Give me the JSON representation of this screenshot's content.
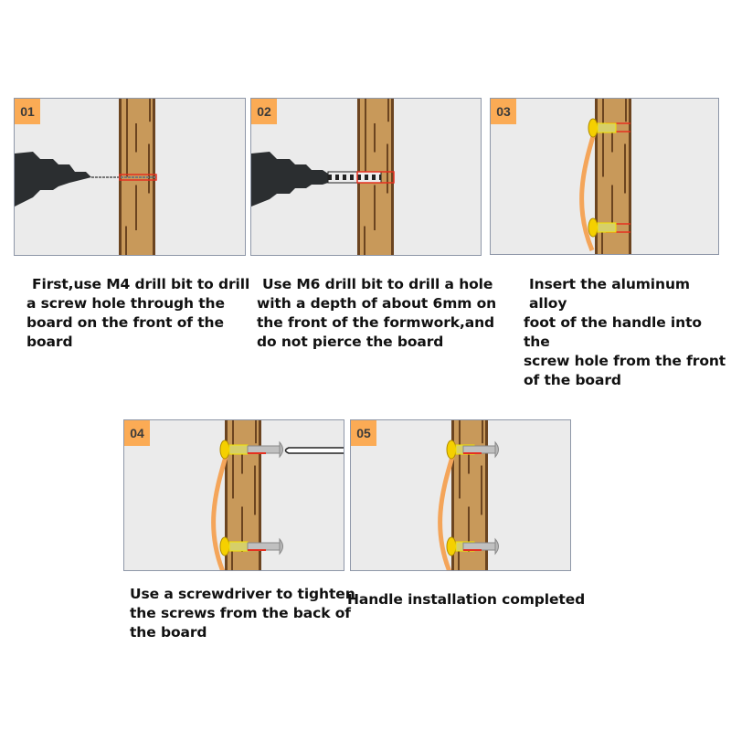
{
  "steps": [
    {
      "number": "01",
      "caption": [
        "First,use M4 drill bit to drill",
        "a screw hole through the",
        "board on the front of the",
        "board"
      ]
    },
    {
      "number": "02",
      "caption": [
        "Use M6 drill bit to drill a hole",
        "with a depth of about 6mm on",
        "the front of the formwork,and",
        "do not pierce the board"
      ]
    },
    {
      "number": "03",
      "caption": [
        "Insert the aluminum alloy",
        "foot of the handle into the",
        "screw hole from the front",
        "of the board"
      ]
    },
    {
      "number": "04",
      "caption": [
        "Use a screwdriver to tighten",
        "the screws from the back of",
        "the board"
      ]
    },
    {
      "number": "05",
      "caption": [
        "Handle installation completed"
      ]
    }
  ],
  "colors": {
    "badge": "#fbab55",
    "wood": "#c8995a",
    "grain": "#6b4420",
    "hole": "#e53020",
    "panel": "#ebebeb"
  }
}
